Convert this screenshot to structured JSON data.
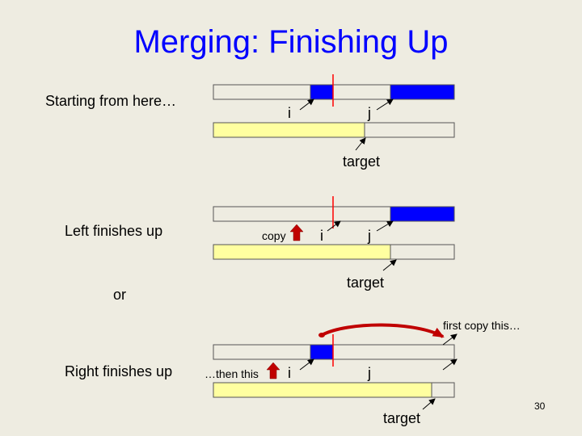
{
  "slide": {
    "title": "Merging: Finishing Up",
    "page_number": "30"
  },
  "rows": [
    {
      "label": "Starting from here…",
      "i": "i",
      "j": "j",
      "target": "target"
    },
    {
      "label": "Left finishes up",
      "note": "copy",
      "i": "i",
      "j": "j",
      "target": "target"
    },
    {
      "connector": "or"
    },
    {
      "label": "Right finishes up",
      "note": "…then this",
      "callout": "first copy this…",
      "i": "i",
      "j": "j",
      "target": "target"
    }
  ],
  "colors": {
    "title": "#0000ff",
    "background": "#eeece1",
    "array_fill": "#eeece1",
    "block_fill": "#0000ff",
    "target_fill": "#ffffa0",
    "divider": "#ff0000",
    "arrow_red": "#c00000"
  }
}
